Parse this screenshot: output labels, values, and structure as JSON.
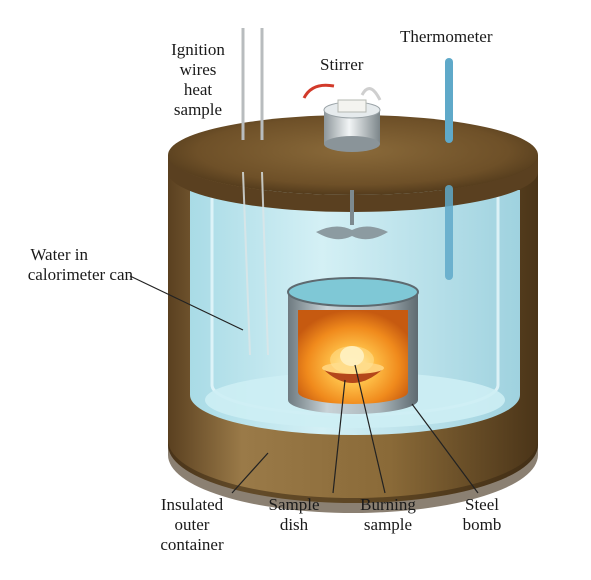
{
  "labels": {
    "ignition": [
      "Ignition",
      "wires",
      "heat",
      "sample"
    ],
    "stirrer": "Stirrer",
    "thermometer": "Thermometer",
    "water": [
      "Water in",
      "calorimeter can"
    ],
    "insulated": [
      "Insulated",
      "outer",
      "container"
    ],
    "sample_dish": [
      "Sample",
      "dish"
    ],
    "burning": [
      "Burning",
      "sample"
    ],
    "steel_bomb": [
      "Steel",
      "bomb"
    ]
  },
  "colors": {
    "insulation": "#7a5a2e",
    "insulation_dark": "#4a3418",
    "water": "#bfe6ee",
    "bomb_steel": "#9aa7ad",
    "flame": "#f08a1c",
    "thermometer": "#5fa9c9"
  }
}
